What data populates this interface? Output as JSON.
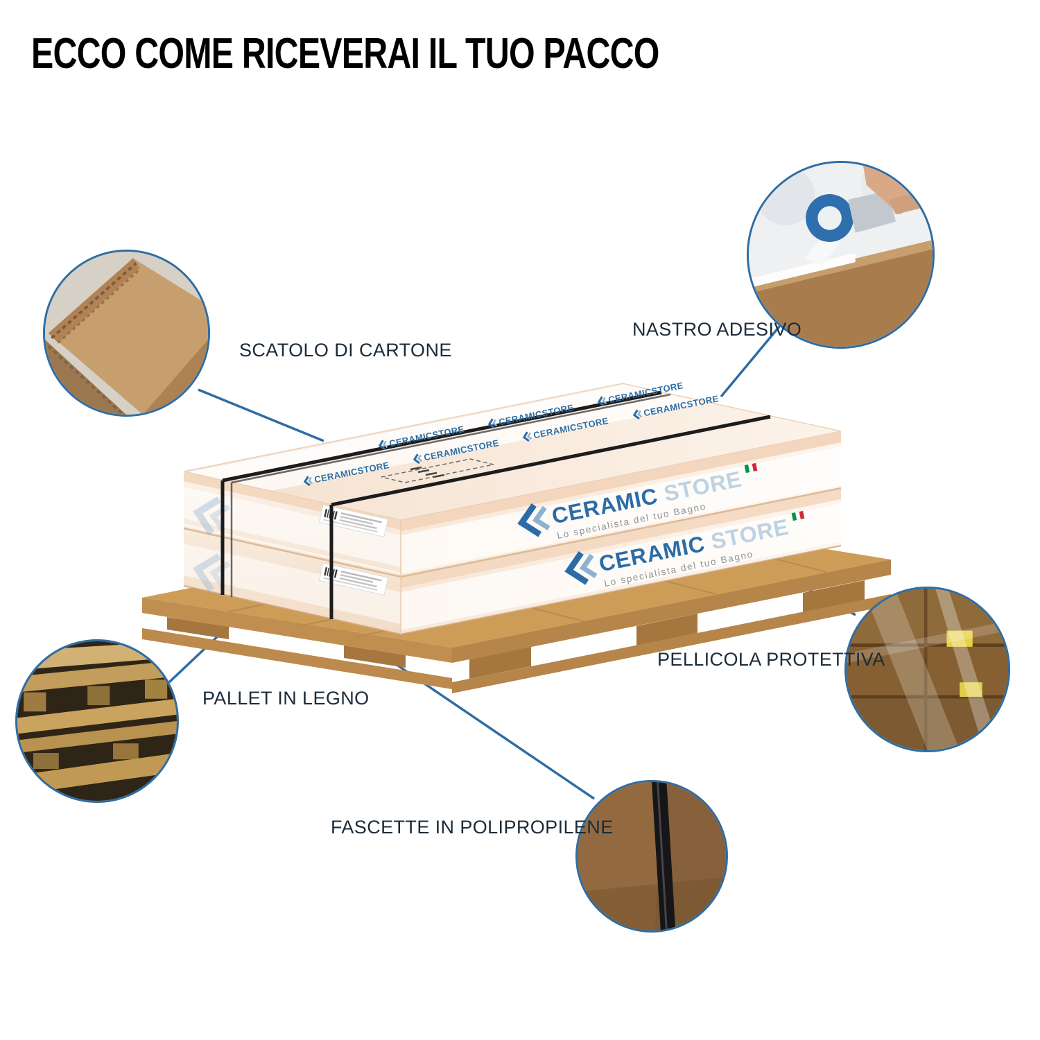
{
  "page": {
    "title": "ECCO COME RICEVERAI IL TUO PACCO"
  },
  "brand": {
    "name_primary": "CERAMIC",
    "name_secondary": "STORE",
    "tagline": "Lo specialista del tuo Bagno",
    "tape_text": "CERAMICSTORE"
  },
  "callouts": [
    {
      "id": "scatolo",
      "label": "SCATOLO DI CARTONE",
      "photo": "cardboard-box-corner"
    },
    {
      "id": "nastro",
      "label": "NASTRO ADESIVO",
      "photo": "packing-tape-dispenser"
    },
    {
      "id": "pellicola",
      "label": "PELLICOLA PROTETTIVA",
      "photo": "shrink-wrapped-pallet"
    },
    {
      "id": "pallet",
      "label": "PALLET IN LEGNO",
      "photo": "wooden-pallet"
    },
    {
      "id": "fascette",
      "label": "FASCETTE IN POLIPROPILENE",
      "photo": "strapped-carton"
    }
  ],
  "colors": {
    "accent": "#2e6da4",
    "label_text": "#1b2b3a",
    "carton": "#f6e0cc",
    "pallet_wood": "#c9974f",
    "strap": "#1b1b1b",
    "logo_blue": "#2b6ca8",
    "logo_light": "#bdd2e2",
    "flag_green": "#009246",
    "flag_red": "#ce2b37"
  }
}
